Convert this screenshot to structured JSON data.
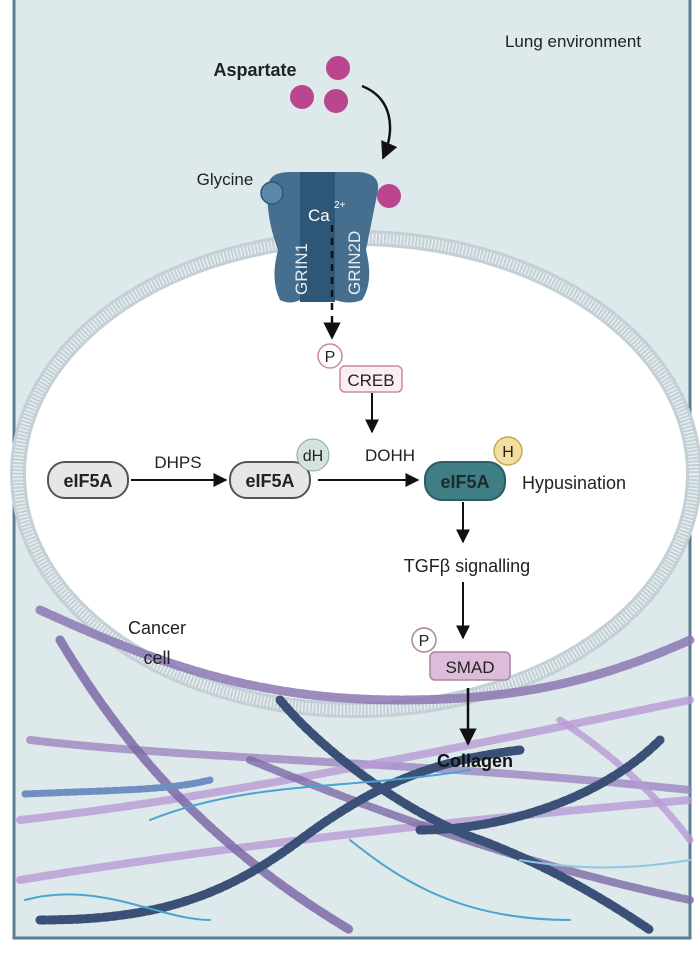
{
  "labels": {
    "environment": "Lung environment",
    "aspartate": "Aspartate",
    "glycine": "Glycine",
    "calcium": "Ca",
    "calcium_charge": "2+",
    "grin1": "GRIN1",
    "grin2d": "GRIN2D",
    "phospho": "P",
    "creb": "CREB",
    "eif5a_1": "eIF5A",
    "eif5a_2": "eIF5A",
    "eif5a_3": "eIF5A",
    "dhps": "DHPS",
    "doh": "dH",
    "dohh": "DOHH",
    "hyp": "H",
    "hypusination": "Hypusination",
    "tgfb": "TGFβ signalling",
    "smad": "SMAD",
    "collagen": "Collagen",
    "cancer_cell_line1": "Cancer",
    "cancer_cell_line2": "cell"
  },
  "colors": {
    "background": "#dde9ea",
    "aspartate": "#b9468f",
    "receptor": "#2e5777",
    "receptor_light": "#466f8f",
    "hypusinated": "#3e7e84",
    "creb_fill": "#fbeef3",
    "smad_fill": "#dcbcd9",
    "h_fill": "#f2df9f",
    "dh_fill": "#d5e3de"
  }
}
